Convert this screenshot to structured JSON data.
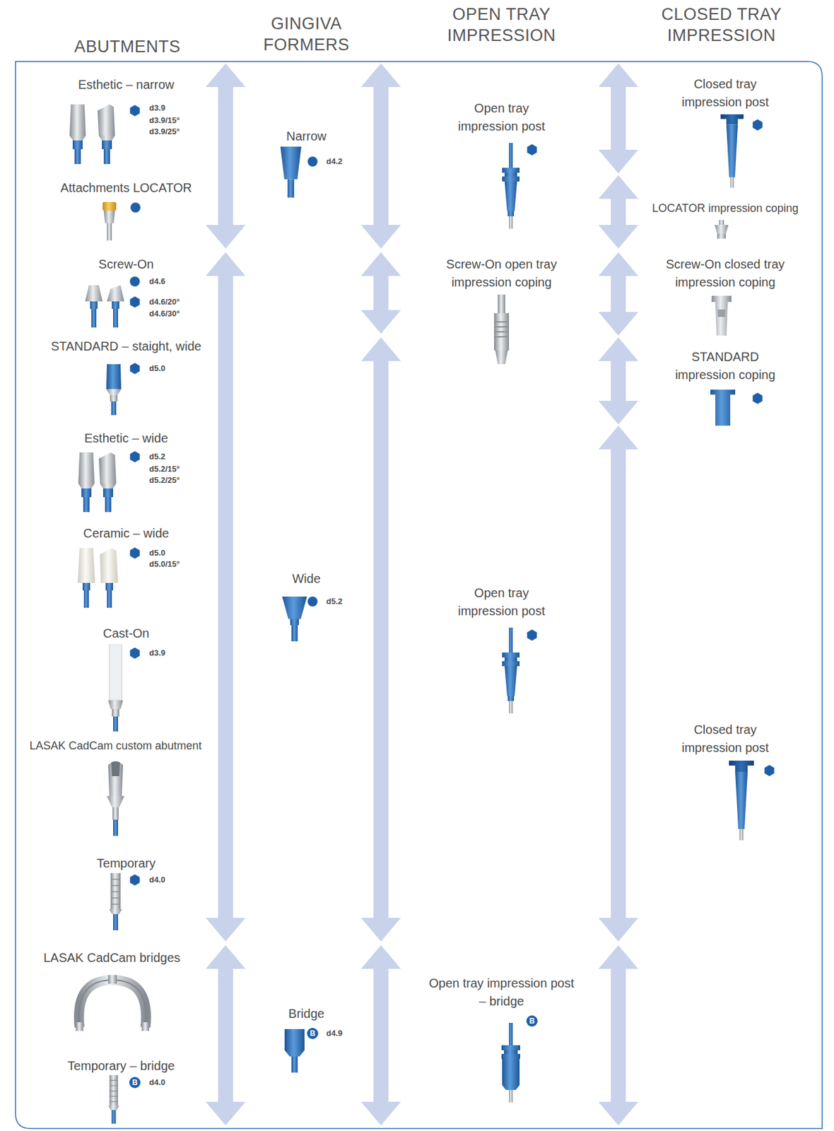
{
  "diagram": {
    "labels": [
      "ABUTMENTS",
      "GINGIVA FORMERS",
      "OPEN TRAY IMPRESSION",
      "CLOSED TRAY IMPRESSION",
      "Esthetic – narrow",
      "d3.9",
      "d3.9/15°",
      "d3.9/25°",
      "Attachments LOCATOR",
      "Screw-On",
      "d4.6",
      "d4.6/20°",
      "d4.6/30°",
      "STANDARD – staight, wide",
      "d5.0",
      "Esthetic – wide",
      "d5.2",
      "d5.2/15°",
      "d5.2/25°",
      "Ceramic – wide",
      "d5.0",
      "d5.0/15°",
      "Cast-On",
      "d3.9",
      "LASAK CadCam custom abutment",
      "Temporary",
      "d4.0",
      "LASAK CadCam bridges",
      "Temporary – bridge",
      "B",
      "d4.0",
      "Narrow",
      "d4.2",
      "Wide",
      "d5.2",
      "Bridge",
      "B",
      "d4.9",
      "Open tray impression post",
      "Screw-On open tray impression coping",
      "Open tray impression post",
      "Open tray impression post – bridge",
      "B",
      "Closed tray impression post",
      "LOCATOR impression coping",
      "Screw-On closed tray impression coping",
      "STANDARD impression coping",
      "Closed tray impression post"
    ]
  }
}
